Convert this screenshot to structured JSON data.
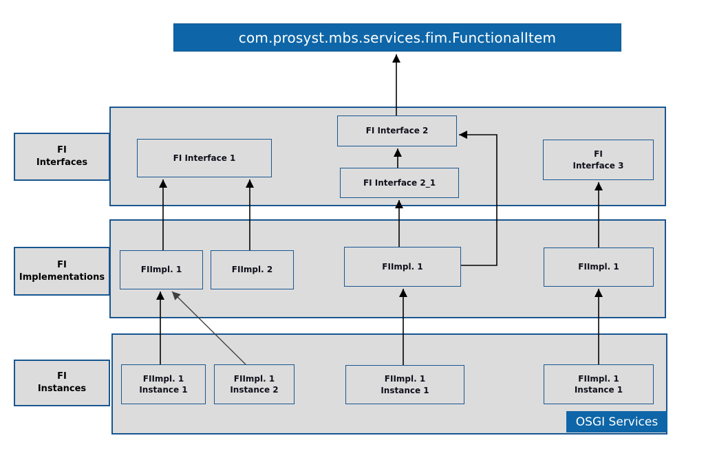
{
  "banner": {
    "label": "com.prosyst.mbs.services.fim.FunctionalItem"
  },
  "badge": {
    "label": "OSGI Services"
  },
  "rows": {
    "interfaces": {
      "label_line1": "FI",
      "label_line2": "Interfaces",
      "boxes": {
        "interface1": {
          "label": "FI Interface 1"
        },
        "interface2": {
          "label": "FI Interface 2"
        },
        "interface2_1": {
          "label": "FI Interface 2_1"
        },
        "interface3": {
          "line1": "FI",
          "line2": "Interface 3"
        }
      }
    },
    "implementations": {
      "label_line1": "FI",
      "label_line2": "Implementations",
      "boxes": {
        "impl1_left": {
          "label": "FIImpl. 1"
        },
        "impl2": {
          "label": "FIImpl. 2"
        },
        "impl1_middle": {
          "label": "FIImpl. 1"
        },
        "impl1_right": {
          "label": "FIImpl. 1"
        }
      }
    },
    "instances": {
      "label_line1": "FI",
      "label_line2": "Instances",
      "boxes": {
        "inst1_left": {
          "line1": "FIImpl. 1",
          "line2": "Instance 1"
        },
        "inst2": {
          "line1": "FIImpl. 1",
          "line2": "Instance 2"
        },
        "inst1_middle": {
          "line1": "FIImpl. 1",
          "line2": "Instance 1"
        },
        "inst1_right": {
          "line1": "FIImpl. 1",
          "line2": "Instance 1"
        }
      }
    }
  },
  "colors": {
    "banner_blue": "#0e66a8",
    "border_blue": "#175590",
    "band_gray": "#dcdcdc",
    "arrow_black": "#000000",
    "arrow_gray": "#404040",
    "text_white": "#ffffff",
    "text_dark": "#10101c"
  }
}
